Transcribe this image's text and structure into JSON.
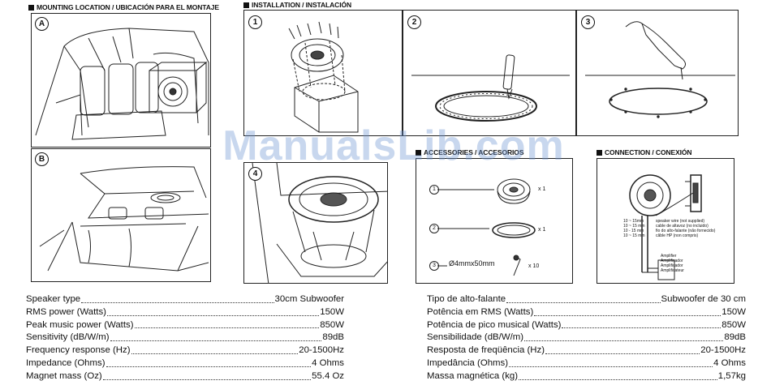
{
  "headers": {
    "mounting": "MOUNTING LOCATION / UBICACIÓN PARA EL MONTAJE",
    "installation": "INSTALLATION / INSTALACIÓN",
    "accessories": "ACCESSORIES / ACCESORIOS",
    "connection": "CONNECTION / CONEXIÓN"
  },
  "panel_labels": {
    "a": "A",
    "b": "B",
    "step1": "1",
    "step2": "2",
    "step3": "3",
    "step4": "4"
  },
  "accessories": {
    "item1_num": "1",
    "item1_qty": "x 1",
    "item2_num": "2",
    "item2_qty": "x 1",
    "item3_num": "3",
    "item3_text": "Ø4mmx50mm",
    "item3_qty": "x 10"
  },
  "connection": {
    "note1": "speaker wire (not supplied)",
    "note2": "cable de altavoz (no incluido)",
    "note3": "fio do alto-falante (não fornecido)",
    "note4": "câble HP (non compris)",
    "strip1": "10 ~ 15mm",
    "strip2": "10 ~ 15 mm",
    "strip3": "10 - 15 mm",
    "strip4": "10 ~ 15 mm",
    "amp1": "Amplifier",
    "amp2": "Amplificador",
    "amp3": "Amplificador",
    "amp4": "Amplificateur"
  },
  "specs_left": [
    {
      "label": "Speaker type",
      "value": "30cm Subwoofer"
    },
    {
      "label": "RMS power (Watts)",
      "value": "150W"
    },
    {
      "label": "Peak music power (Watts)",
      "value": "850W"
    },
    {
      "label": "Sensitivity (dB/W/m)",
      "value": "89dB"
    },
    {
      "label": "Frequency response (Hz)",
      "value": "20-1500Hz"
    },
    {
      "label": "Impedance (Ohms)",
      "value": "4 Ohms"
    },
    {
      "label": "Magnet mass (Oz)",
      "value": "55.4 Oz"
    }
  ],
  "specs_right": [
    {
      "label": "Tipo de alto-falante",
      "value": "Subwoofer de 30 cm"
    },
    {
      "label": "Potência em RMS (Watts)",
      "value": "150W"
    },
    {
      "label": "Potência de pico musical (Watts)",
      "value": "850W"
    },
    {
      "label": "Sensibilidade (dB/W/m)",
      "value": "89dB"
    },
    {
      "label": "Resposta de freqüência (Hz)",
      "value": "20-1500Hz"
    },
    {
      "label": "Impedância (Ohms)",
      "value": "4 Ohms"
    },
    {
      "label": "Massa magnética (kg)",
      "value": "1,57kg"
    }
  ],
  "watermark": "ManualsLib.com",
  "colors": {
    "line": "#222222",
    "watermark": "#6e96d2"
  }
}
